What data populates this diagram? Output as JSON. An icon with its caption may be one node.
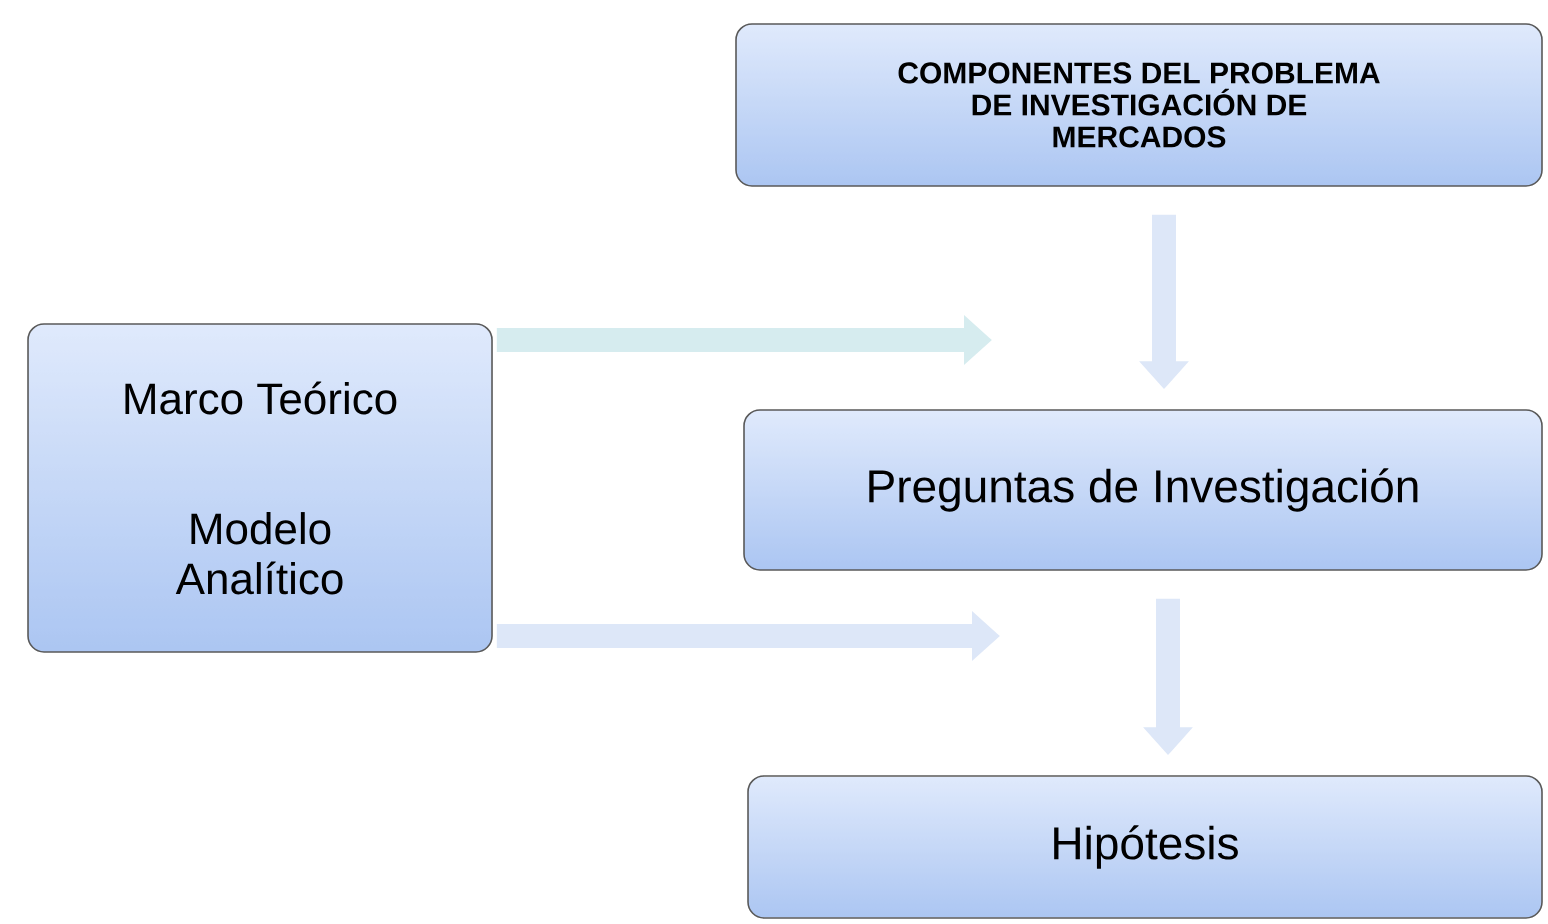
{
  "diagram": {
    "nodes": [
      {
        "text": [
          "COMPONENTES DEL PROBLEMA DE INVESTIGACIÓN DE MERCADOS"
        ]
      },
      {
        "text": [
          "Marco Teórico",
          "Modelo Analítico"
        ]
      },
      {
        "text": [
          "Preguntas de Investigación"
        ]
      },
      {
        "text": [
          "Hipótesis"
        ]
      }
    ],
    "edges": [
      {
        "from": 0,
        "to": 2,
        "arrow": "to"
      },
      {
        "from": 2,
        "to": 3,
        "arrow": "to"
      },
      {
        "from": 1,
        "to": null,
        "arrow": "to",
        "color": "#d6ecef"
      },
      {
        "from": 1,
        "to": null,
        "arrow": "to"
      }
    ]
  }
}
